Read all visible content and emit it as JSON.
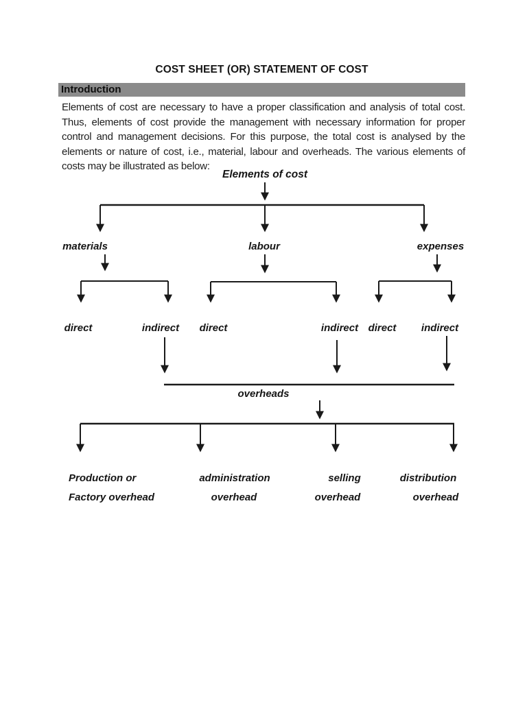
{
  "document": {
    "title": "COST SHEET (OR) STATEMENT OF COST",
    "section": {
      "heading": "Introduction",
      "paragraph": "Elements of cost are necessary to have a proper classification and analysis of total cost. Thus, elements of cost provide the management with necessary information for proper control and management decisions. For this purpose, the total cost is analysed by the elements or nature of cost, i.e., material, labour and overheads. The various elements of costs may be illustrated as below:"
    }
  },
  "diagram": {
    "root_label": "Elements of cost",
    "branches": {
      "materials": "materials",
      "labour": "labour",
      "expenses": "expenses"
    },
    "types": {
      "materials_direct": "direct",
      "materials_indirect": "indirect",
      "labour_direct": "direct",
      "labour_indirect": "indirect",
      "expenses_direct": "direct",
      "expenses_indirect": "indirect"
    },
    "overheads_label": "overheads",
    "overhead_types": {
      "production": {
        "line1": "Production or",
        "line2": "Factory overhead"
      },
      "administration": {
        "line1": "administration",
        "line2": "overhead"
      },
      "selling": {
        "line1": "selling",
        "line2": "overhead"
      },
      "distribution": {
        "line1": "distribution",
        "line2": "overhead"
      }
    }
  },
  "colors": {
    "heading_bar": "#8b8b8b",
    "ink": "#1a1a1a",
    "page_background": "#ffffff"
  }
}
